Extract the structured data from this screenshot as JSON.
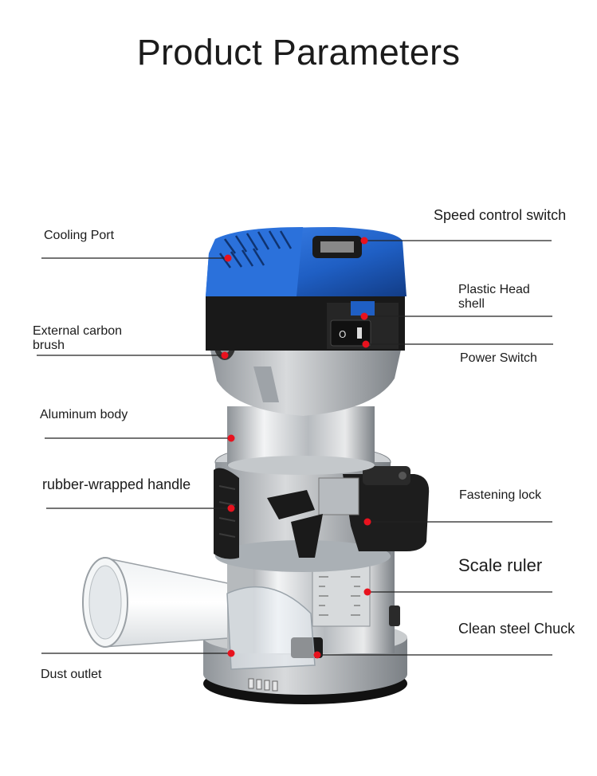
{
  "title": "Product Parameters",
  "labels": {
    "cooling_port": "Cooling Port",
    "external_carbon_brush": "External carbon brush",
    "aluminum_body": "Aluminum body",
    "rubber_handle": "rubber-wrapped handle",
    "dust_outlet": "Dust outlet",
    "speed_control_switch": "Speed control switch",
    "plastic_head_shell": "Plastic Head shell",
    "power_switch": "Power Switch",
    "fastening_lock": "Fastening lock",
    "scale_ruler": "Scale ruler",
    "clean_steel_chuck": "Clean steel Chuck"
  },
  "colors": {
    "marker": "#e8121e",
    "housing_blue": "#1f5fc4",
    "accent_line": "#222222"
  }
}
